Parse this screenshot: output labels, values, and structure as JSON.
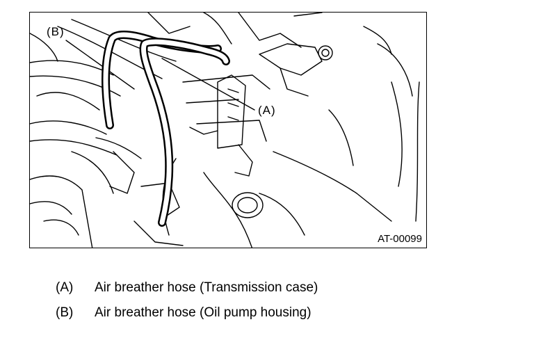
{
  "callouts": {
    "b": "(B)",
    "a": "(A)"
  },
  "figure_code": "AT-00099",
  "legend": [
    {
      "key": "(A)",
      "text": "Air breather hose (Transmission case)"
    },
    {
      "key": "(B)",
      "text": "Air breather hose (Oil pump housing)"
    }
  ]
}
